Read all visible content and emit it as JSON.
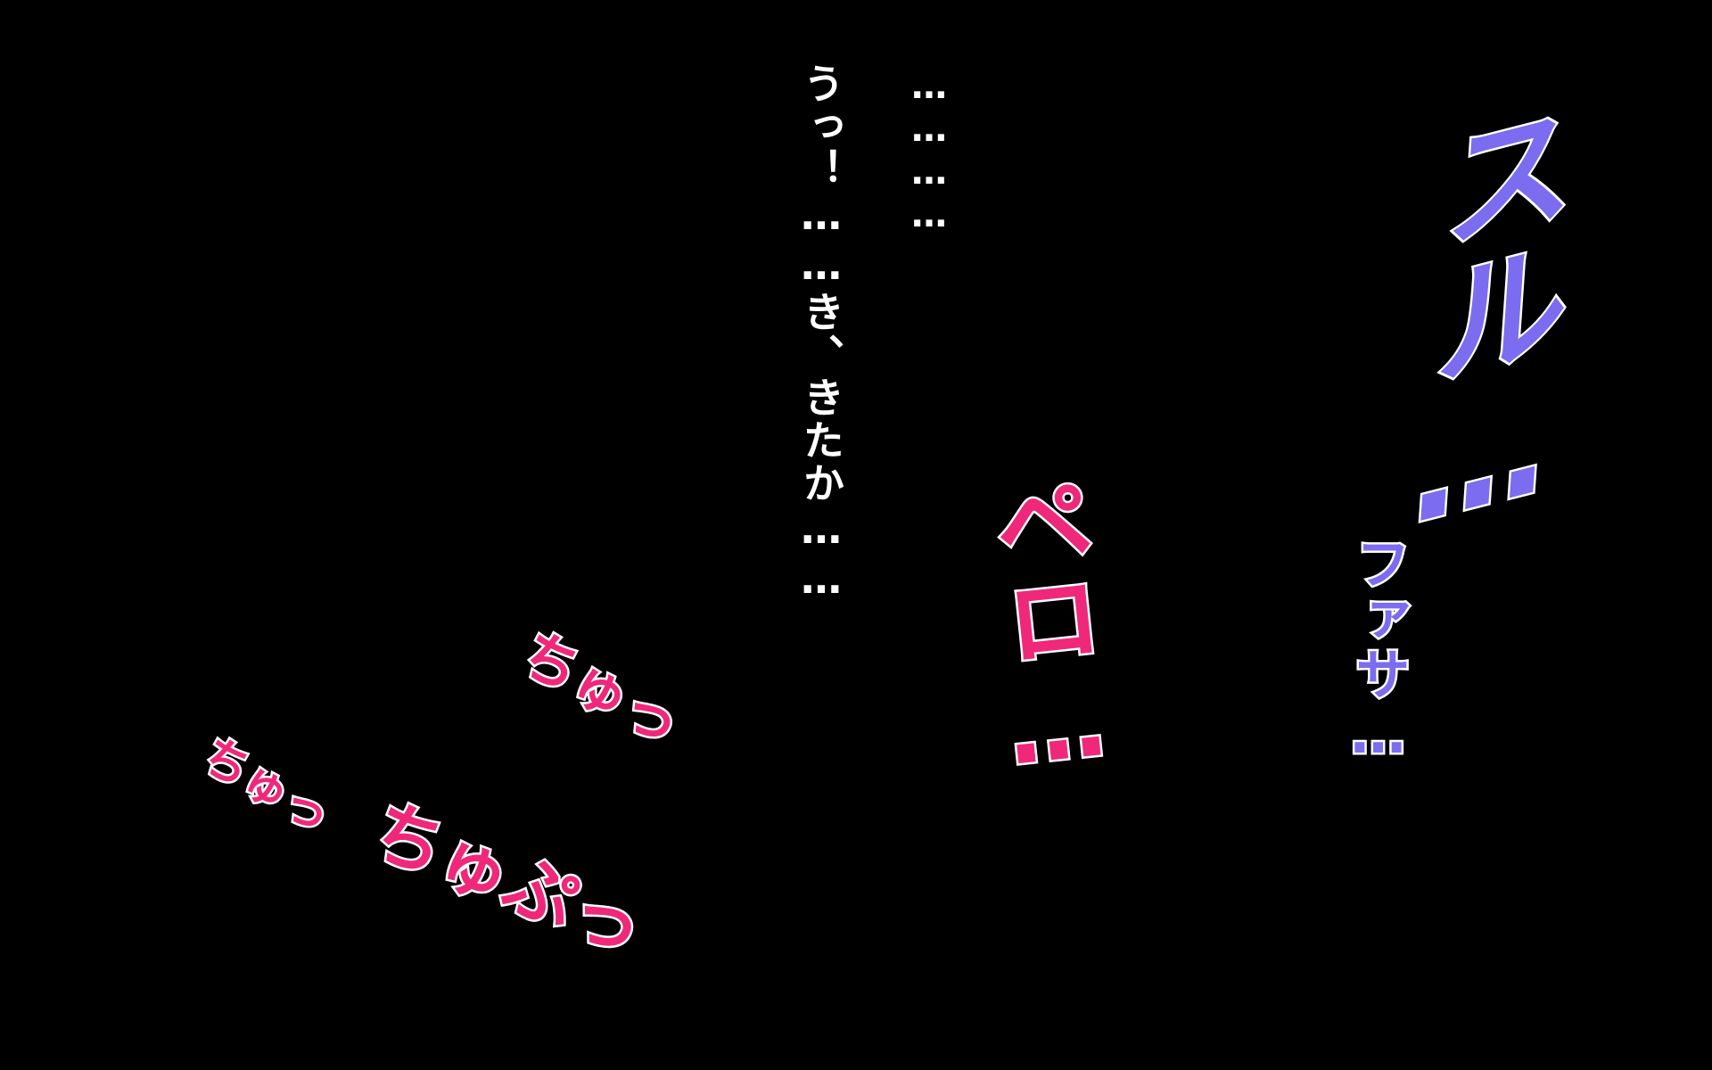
{
  "scene": {
    "background_color": "#000000",
    "text_color": "#ffffff",
    "dialogue": [
      "…………",
      "うっ！……き、きたか……"
    ],
    "sound_effects": [
      {
        "id": "suru",
        "text": "スル…",
        "color": "#7b6cf0"
      },
      {
        "id": "fasa",
        "text": "ファサ…",
        "color": "#7b6cf0"
      },
      {
        "id": "poro",
        "text": "ペロ…",
        "color": "#f0287a"
      },
      {
        "id": "chu-1",
        "text": "ちゅっ",
        "color": "#f0287a"
      },
      {
        "id": "chu-2",
        "text": "ちゅっ",
        "color": "#f0287a"
      },
      {
        "id": "chupu",
        "text": "ちゅぷっ",
        "color": "#f0287a"
      }
    ]
  }
}
